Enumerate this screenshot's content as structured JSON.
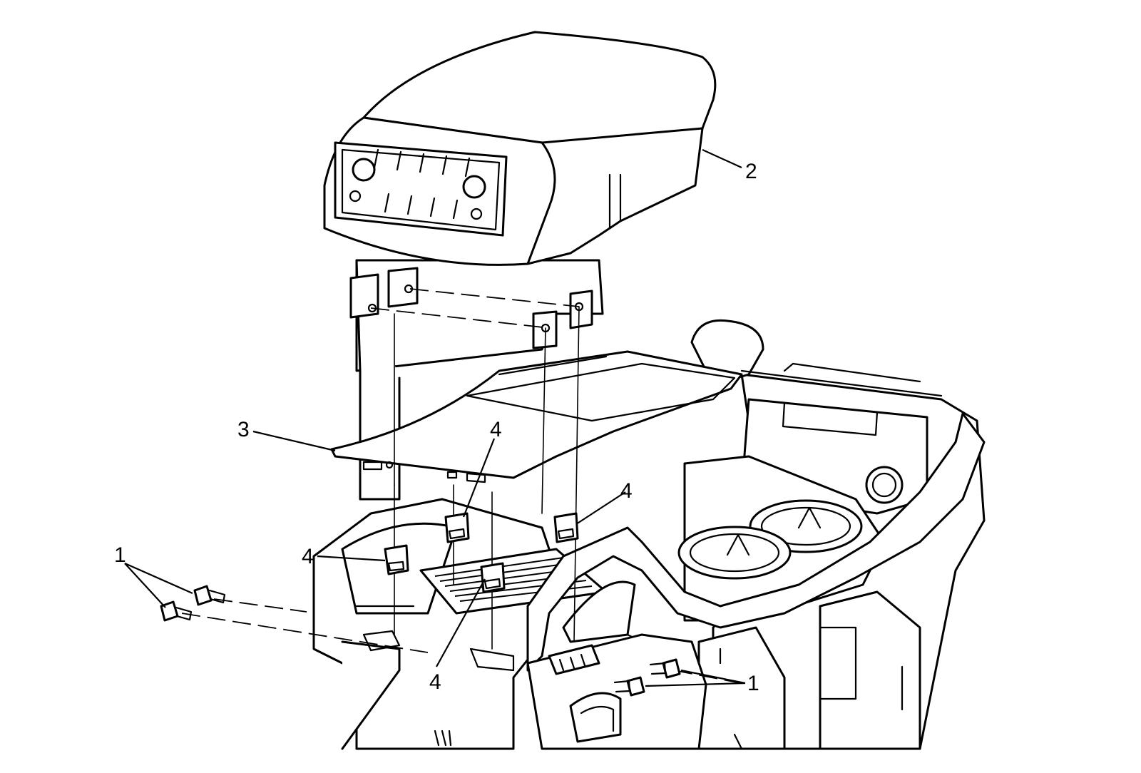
{
  "callouts": {
    "screw_left": "1",
    "armrest": "2",
    "bracket": "3",
    "clip_a": "4",
    "clip_b": "4",
    "clip_c": "4",
    "clip_d": "4",
    "screw_right": "1"
  },
  "colors": {
    "line": "#000000",
    "background": "#ffffff"
  }
}
